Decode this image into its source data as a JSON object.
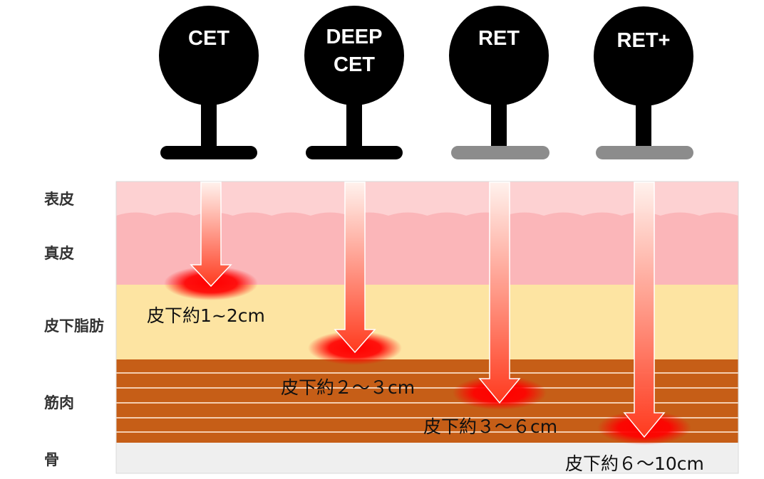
{
  "electrodes": [
    {
      "label": [
        "CET"
      ],
      "head_color": "#000000",
      "base_color": "#000000",
      "depth": "皮下約1~2cm"
    },
    {
      "label": [
        "DEEP",
        "CET"
      ],
      "head_color": "#000000",
      "base_color": "#000000",
      "depth": "皮下約２～３cm"
    },
    {
      "label": [
        "RET"
      ],
      "head_color": "#000000",
      "base_color": "#8c8c8c",
      "depth": "皮下約３～６cm"
    },
    {
      "label": [
        "RET+"
      ],
      "head_color": "#000000",
      "base_color": "#8c8c8c",
      "depth": "皮下約６～10cm"
    }
  ],
  "layers": [
    {
      "name": "表皮",
      "color": "#fdd1d2"
    },
    {
      "name": "真皮",
      "color": "#fbb6b9"
    },
    {
      "name": "皮下脂肪",
      "color": "#fde4a2"
    },
    {
      "name": "筋肉",
      "color": "#c65e17"
    },
    {
      "name": "骨",
      "color": "#efefef"
    }
  ],
  "colors": {
    "heat": "#ff0000",
    "arrow_top": "#fff3ee",
    "arrow_bottom": "#ff3a1e",
    "muscle_stripe": "#f4cdb0",
    "panel_border": "#d9d9d9"
  }
}
